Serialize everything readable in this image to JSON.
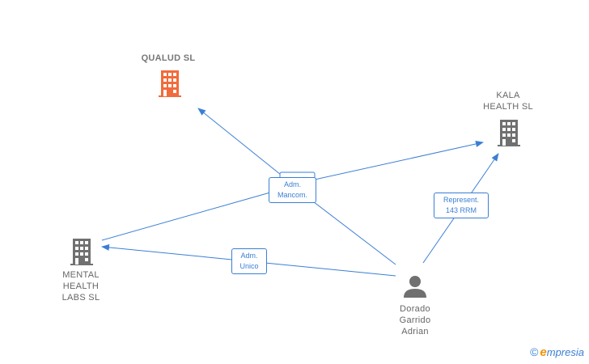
{
  "nodes": {
    "qualud": {
      "lines": [
        "QUALUD  SL"
      ],
      "color": "#f26b3a"
    },
    "kala": {
      "lines": [
        "KALA",
        "HEALTH  SL"
      ],
      "color": "#707070"
    },
    "mental": {
      "lines": [
        "MENTAL",
        "HEALTH",
        "LABS  SL"
      ],
      "color": "#707070"
    },
    "dorado": {
      "lines": [
        "Dorado",
        "Garrido",
        "Adrian"
      ],
      "color": "#707070"
    }
  },
  "edges": {
    "adm_mancom": {
      "lines": [
        "Adm.",
        "Mancom."
      ]
    },
    "adm_unico": {
      "lines": [
        "Adm.",
        "Unico"
      ]
    },
    "represent": {
      "lines": [
        "Represent.",
        "143 RRM"
      ]
    }
  },
  "colors": {
    "edge": "#3b7fd4",
    "company": "#707070",
    "highlight": "#f26b3a"
  },
  "logo": {
    "copyright": "©",
    "brand_first": "e",
    "brand_rest": "mpresia"
  }
}
